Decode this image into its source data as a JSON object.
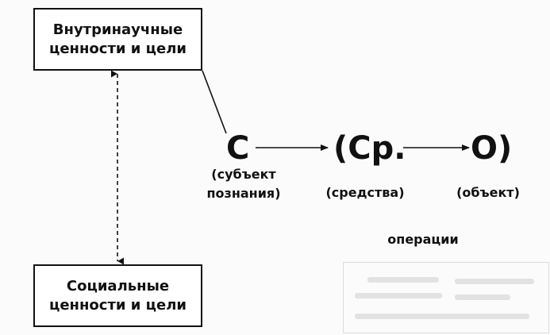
{
  "boxes": {
    "top_line1": "Внутринаучные",
    "top_line2": "ценности и цели",
    "bottom_line1": "Социальные",
    "bottom_line2": "ценности и цели"
  },
  "scheme": {
    "subject": "С",
    "means": "(Ср.",
    "object": "О)",
    "subject_label_line1": "(субъект",
    "subject_label_line2": "познания)",
    "means_label": "(средства)",
    "object_label": "(объект)",
    "operations_label": "операции"
  }
}
